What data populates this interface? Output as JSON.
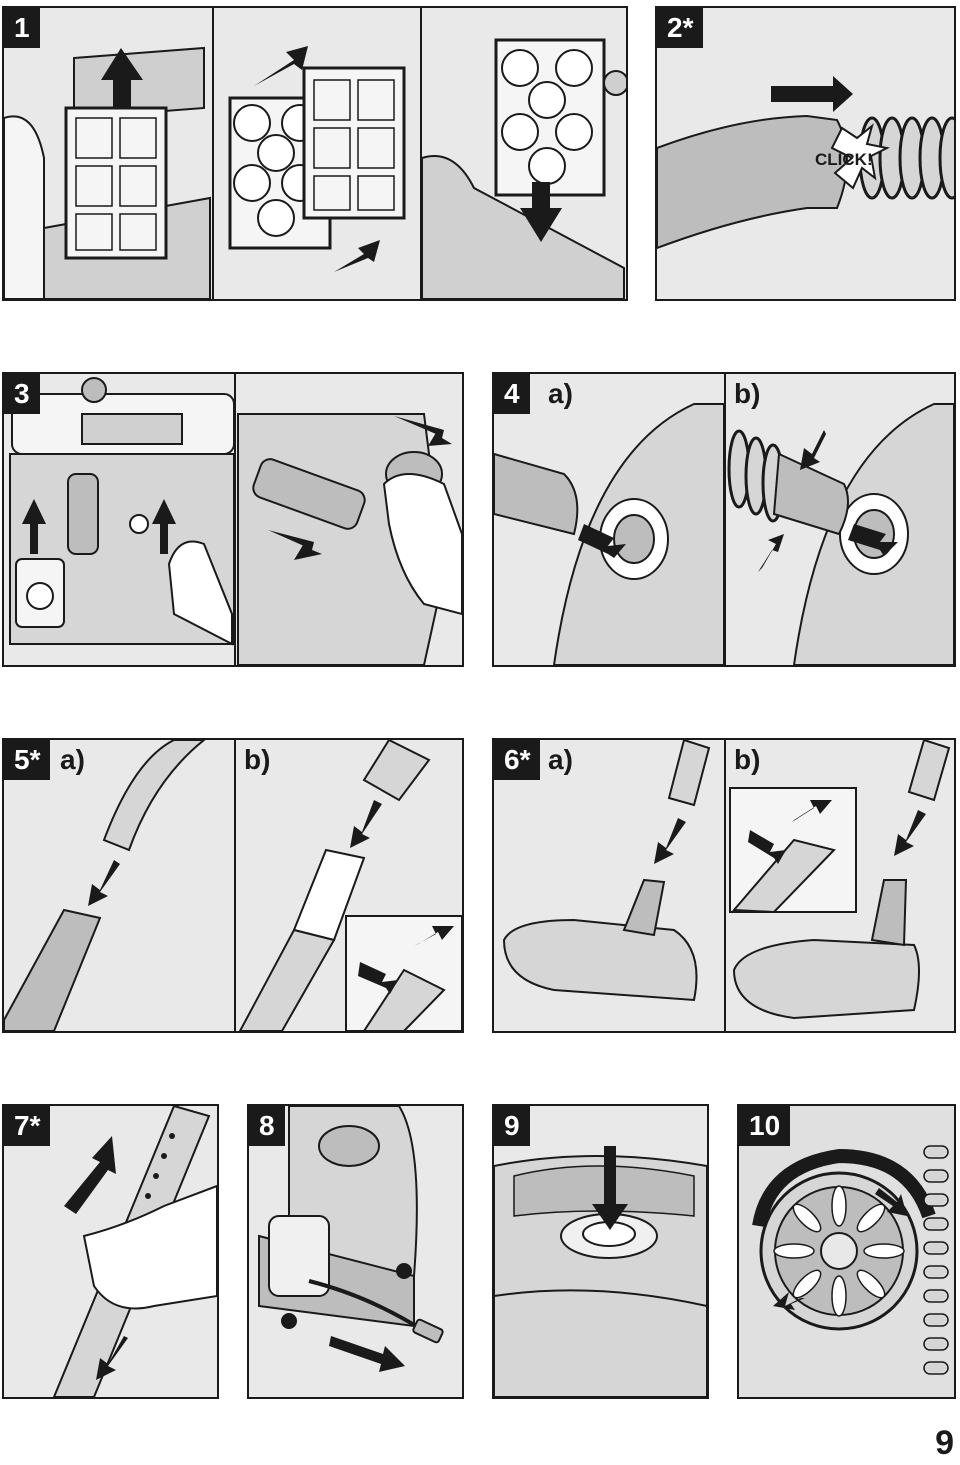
{
  "panels": {
    "p1": {
      "num": "1"
    },
    "p2": {
      "num": "2*",
      "click": "CLICK!"
    },
    "p3": {
      "num": "3"
    },
    "p4": {
      "num": "4",
      "a": "a)",
      "b": "b)"
    },
    "p5": {
      "num": "5*",
      "a": "a)",
      "b": "b)"
    },
    "p6": {
      "num": "6*",
      "a": "a)",
      "b": "b)"
    },
    "p7": {
      "num": "7*"
    },
    "p8": {
      "num": "8"
    },
    "p9": {
      "num": "9"
    },
    "p10": {
      "num": "10"
    }
  },
  "page": {
    "number": "9"
  },
  "colors": {
    "line": "#1a1a1a",
    "panel_bg": "#e9e9e9",
    "gray_mid": "#bdbdbd",
    "gray_light": "#d6d6d6"
  }
}
